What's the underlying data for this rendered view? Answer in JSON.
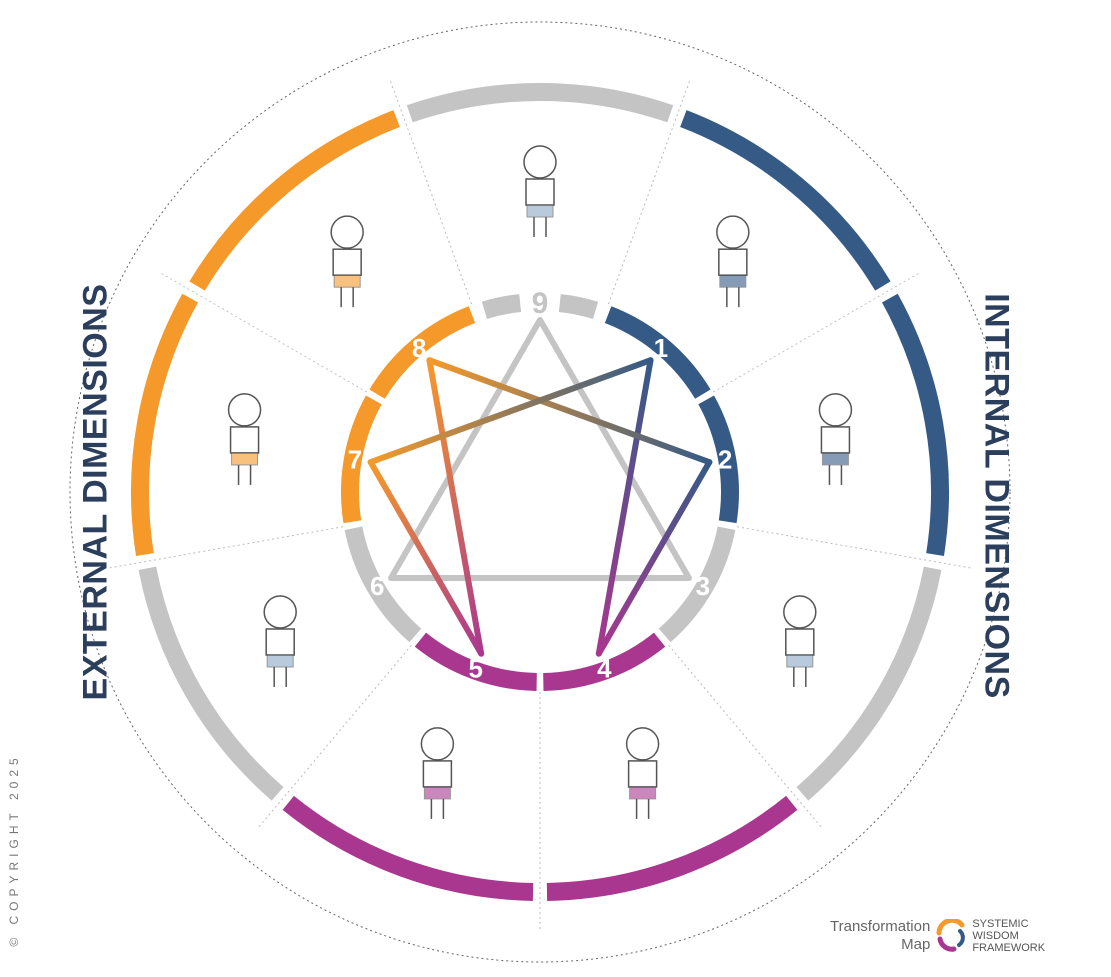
{
  "labels": {
    "external": "EXTERNAL DIMENSIONS",
    "internal": "INTERNAL DIMENSIONS",
    "copyright": "© COPYRIGHT 2025"
  },
  "logo": {
    "line1": "Transformation",
    "line2": "Map",
    "brand": [
      "SYSTEMIC",
      "WISDOM",
      "FRAMEWORK"
    ]
  },
  "points": [
    {
      "number": "9",
      "color": "#c4c4c4"
    },
    {
      "number": "1",
      "color": "#355a86"
    },
    {
      "number": "2",
      "color": "#355a86"
    },
    {
      "number": "3",
      "color": "#c4c4c4"
    },
    {
      "number": "4",
      "color": "#a9378f"
    },
    {
      "number": "5",
      "color": "#a9378f"
    },
    {
      "number": "6",
      "color": "#c4c4c4"
    },
    {
      "number": "7",
      "color": "#f59a2a"
    },
    {
      "number": "8",
      "color": "#f59a2a"
    }
  ],
  "colors": {
    "triangle": "#c4c4c4",
    "orange": "#f59a2a",
    "blue": "#355a86",
    "purple": "#a9378f",
    "gray": "#c4c4c4"
  },
  "hexad_order": [
    "1",
    "4",
    "2",
    "8",
    "5",
    "7"
  ],
  "triangle_order": [
    "9",
    "3",
    "6"
  ]
}
